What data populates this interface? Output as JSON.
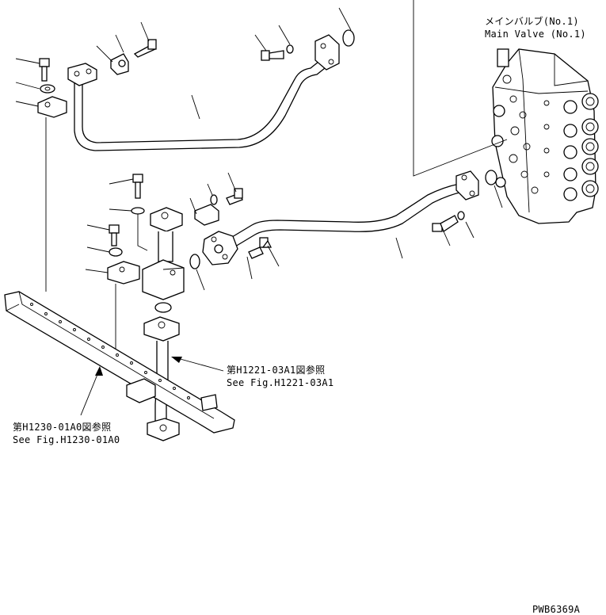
{
  "main_valve": {
    "label_jp": "メインバルブ(No.1)",
    "label_en": "Main Valve (No.1)"
  },
  "reference_upper": {
    "label_jp": "第H1221-03A1図参照",
    "label_en": "See Fig.H1221-03A1"
  },
  "reference_lower": {
    "label_jp": "第H1230-01A0図参照",
    "label_en": "See Fig.H1230-01A0"
  },
  "drawing_code": "PWB6369A"
}
